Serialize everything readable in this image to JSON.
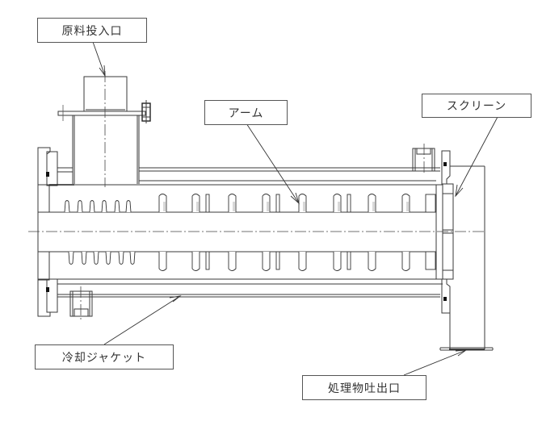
{
  "diagram": {
    "title": "Cooling screw processor cross-section",
    "labels": {
      "feed_inlet": "原料投入口",
      "arm": "アーム",
      "screen": "スクリーン",
      "cooling_jacket": "冷却ジャケット",
      "discharge_outlet": "処理物吐出口"
    },
    "colors": {
      "line": "#3a3a3a",
      "background": "#ffffff"
    }
  }
}
